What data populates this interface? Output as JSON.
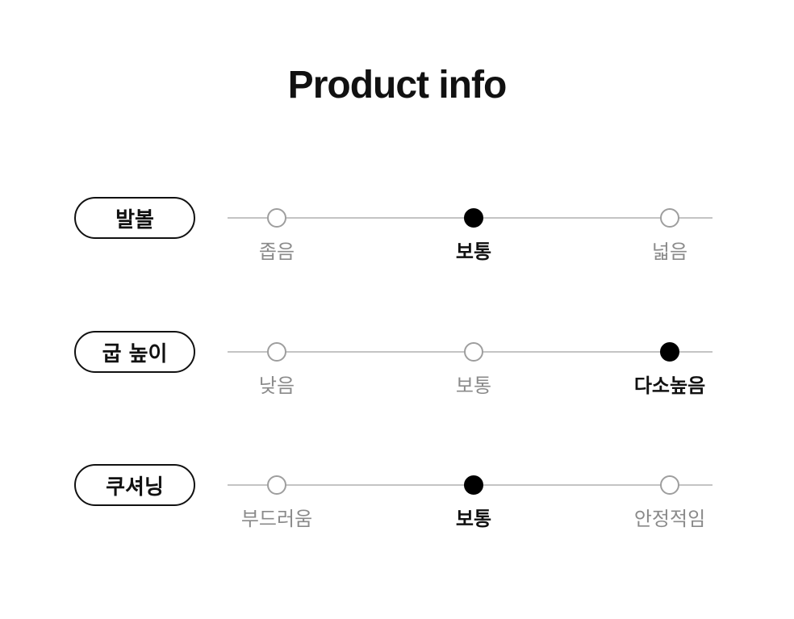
{
  "title": "Product info",
  "rows": [
    {
      "label": "발볼",
      "options": [
        "좁음",
        "보통",
        "넓음"
      ],
      "selected_index": 1
    },
    {
      "label": "굽 높이",
      "options": [
        "낮음",
        "보통",
        "다소높음"
      ],
      "selected_index": 2
    },
    {
      "label": "쿠셔닝",
      "options": [
        "부드러움",
        "보통",
        "안정적임"
      ],
      "selected_index": 1
    }
  ],
  "colors": {
    "text": "#111111",
    "muted_text": "#8a8a8a",
    "track": "#c4c4c4",
    "unselected_dot_border": "#9e9e9e",
    "selected_dot": "#000000"
  }
}
